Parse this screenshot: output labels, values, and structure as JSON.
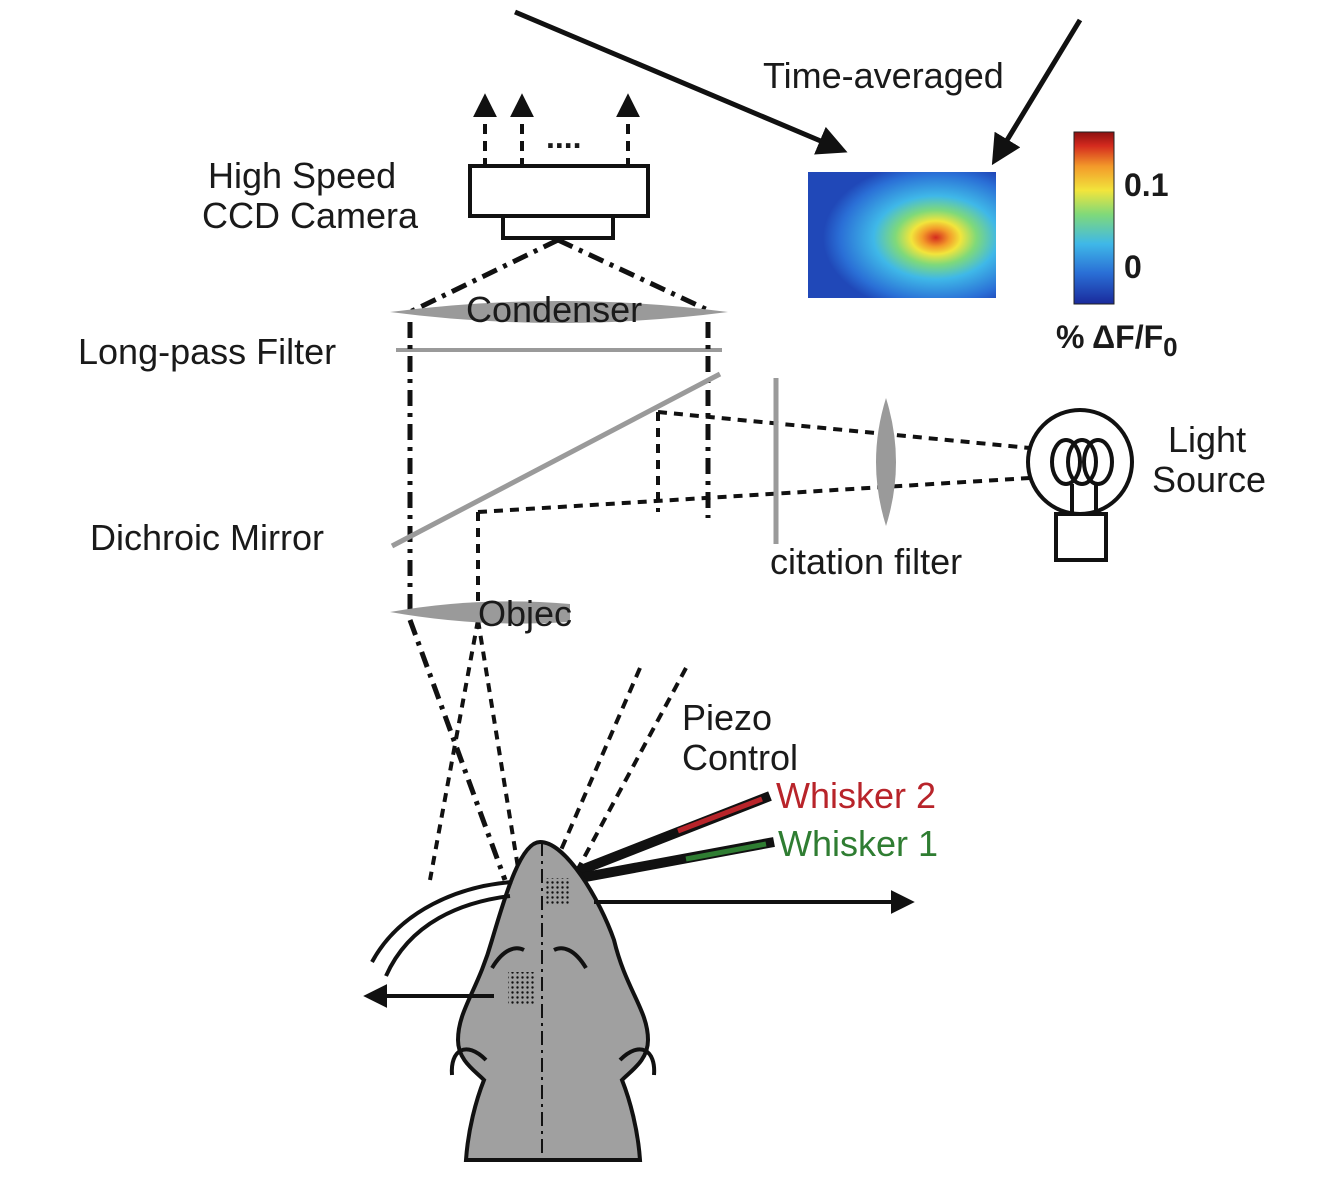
{
  "labels": {
    "time_averaged": "Time-averaged",
    "camera_line1": "High Speed",
    "camera_line2": "CCD Camera",
    "condenser": "Condenser",
    "long_pass_filter": "Long-pass Filter",
    "dichroic_mirror": "Dichroic Mirror",
    "excitation_filter": "citation filter",
    "objective": "Objec",
    "light_line1": "Light",
    "light_line2": "Source",
    "piezo_line1": "Piezo",
    "piezo_line2": "Control",
    "whisker2": "Whisker 2",
    "whisker1": "Whisker 1",
    "ellipsis": "....",
    "colorbar_high": "0.1",
    "colorbar_low": "0",
    "colorbar_unit_prefix": "% ΔF/F",
    "colorbar_unit_sub": "0"
  },
  "colors": {
    "whisker2": "#b8242a",
    "whisker1": "#2f7d32",
    "lens_gray": "#9a9a9a",
    "mouse_gray": "#a0a0a0",
    "colormap": [
      "#1a2a9c",
      "#2a6fd6",
      "#3fb8e8",
      "#7fd97a",
      "#f2e53c",
      "#f39a2a",
      "#d42a1e",
      "#8c1010"
    ]
  }
}
